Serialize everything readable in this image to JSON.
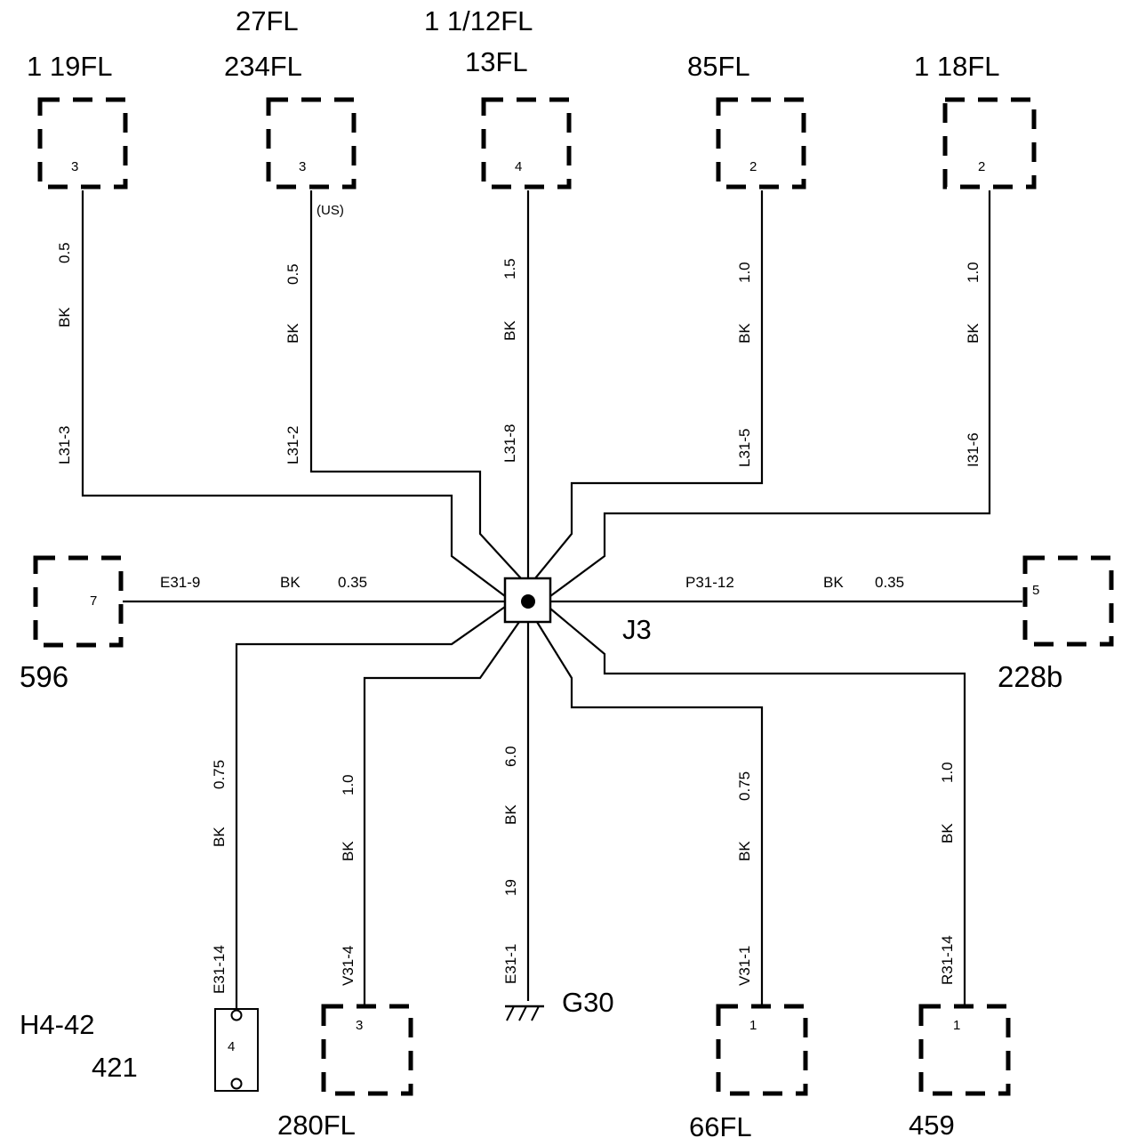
{
  "connectors": {
    "c_top1": {
      "label": "1 19FL",
      "pin": "3"
    },
    "c_top2": {
      "label_line1": "27FL",
      "label_line2": "234FL",
      "pin": "3",
      "note": "(US)"
    },
    "c_top3": {
      "label_line1": "1 1/12FL",
      "label_line2": "13FL",
      "pin": "4"
    },
    "c_top4": {
      "label": "85FL",
      "pin": "2"
    },
    "c_top5": {
      "label": "1 18FL",
      "pin": "2"
    },
    "c_left": {
      "label": "596",
      "pin": "7"
    },
    "c_right": {
      "label": "228b",
      "pin": "5"
    },
    "c_bot1": {
      "label_line1": "H4-42",
      "label_line2": "421",
      "pin": "4"
    },
    "c_bot2": {
      "label": "280FL",
      "pin": "3"
    },
    "c_bot3": {
      "label": "66FL",
      "pin": "1"
    },
    "c_bot4": {
      "label": "459",
      "pin": "1"
    }
  },
  "junction": {
    "label": "J3"
  },
  "ground": {
    "label": "G30"
  },
  "wires": {
    "w_top1": {
      "circuit": "L31-3",
      "color": "BK",
      "size": "0.5"
    },
    "w_top2": {
      "circuit": "L31-2",
      "color": "BK",
      "size": "0.5"
    },
    "w_top3": {
      "circuit": "L31-8",
      "color": "BK",
      "size": "1.5"
    },
    "w_top4": {
      "circuit": "L31-5",
      "color": "BK",
      "size": "1.0"
    },
    "w_top5": {
      "circuit": "I31-6",
      "color": "BK",
      "size": "1.0"
    },
    "w_left": {
      "circuit": "E31-9",
      "color": "BK",
      "size": "0.35"
    },
    "w_right": {
      "circuit": "P31-12",
      "color": "BK",
      "size": "0.35"
    },
    "w_bot1": {
      "circuit": "E31-14",
      "color": "BK",
      "size": "0.75"
    },
    "w_bot2": {
      "circuit": "V31-4",
      "color": "BK",
      "size": "1.0"
    },
    "w_gnd": {
      "circuit": "E31-1",
      "color": "BK",
      "size": "6.0",
      "extra": "19"
    },
    "w_bot3": {
      "circuit": "V31-1",
      "color": "BK",
      "size": "0.75"
    },
    "w_bot4": {
      "circuit": "R31-14",
      "color": "BK",
      "size": "1.0"
    }
  }
}
